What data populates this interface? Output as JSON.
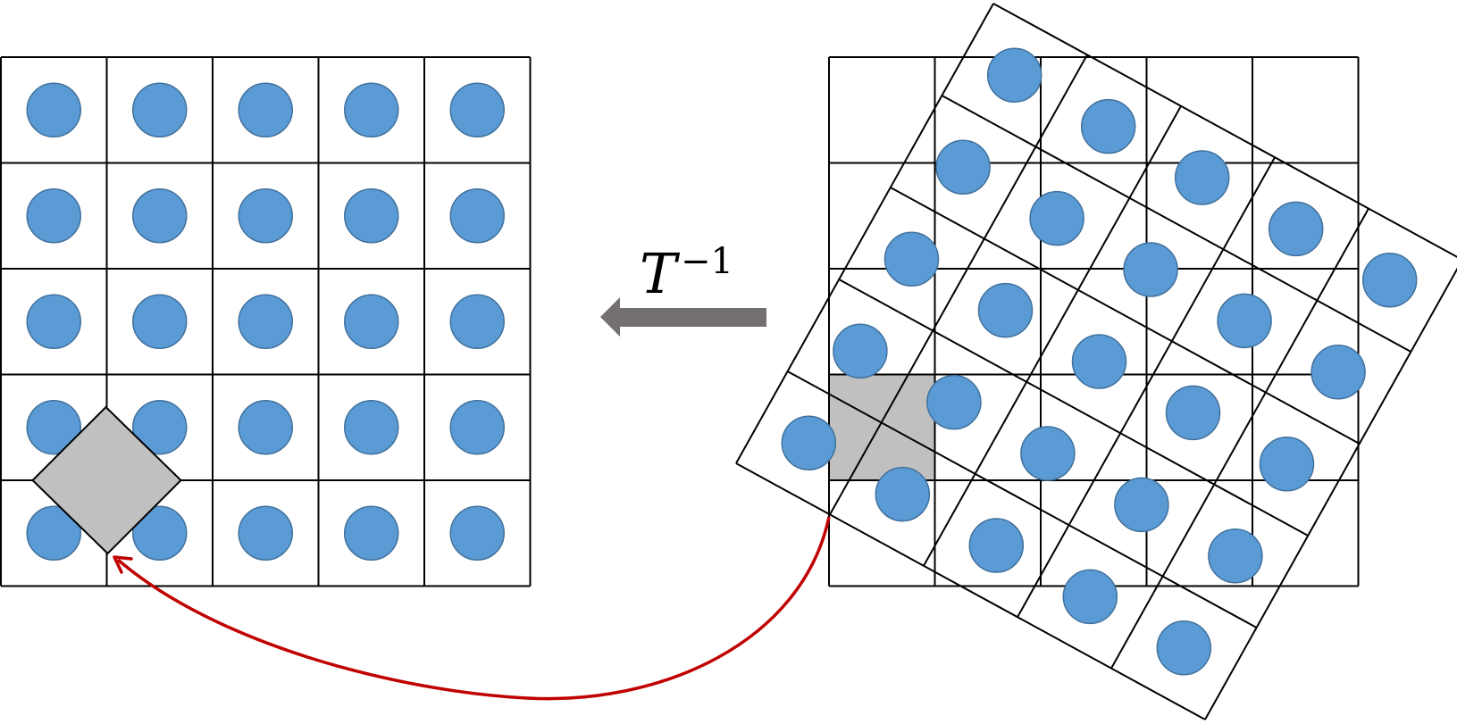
{
  "operator_label": {
    "base": "T",
    "superscript": "−1"
  },
  "grid": {
    "rows": 5,
    "cols": 5
  },
  "colors": {
    "dot_fill": "#5b9bd5",
    "dot_stroke": "#41719c",
    "highlight_fill": "#c0c0c0",
    "arrow": "#757070",
    "curve": "#c00000",
    "line": "#000000"
  },
  "rotated_grid_angle_deg": 28
}
